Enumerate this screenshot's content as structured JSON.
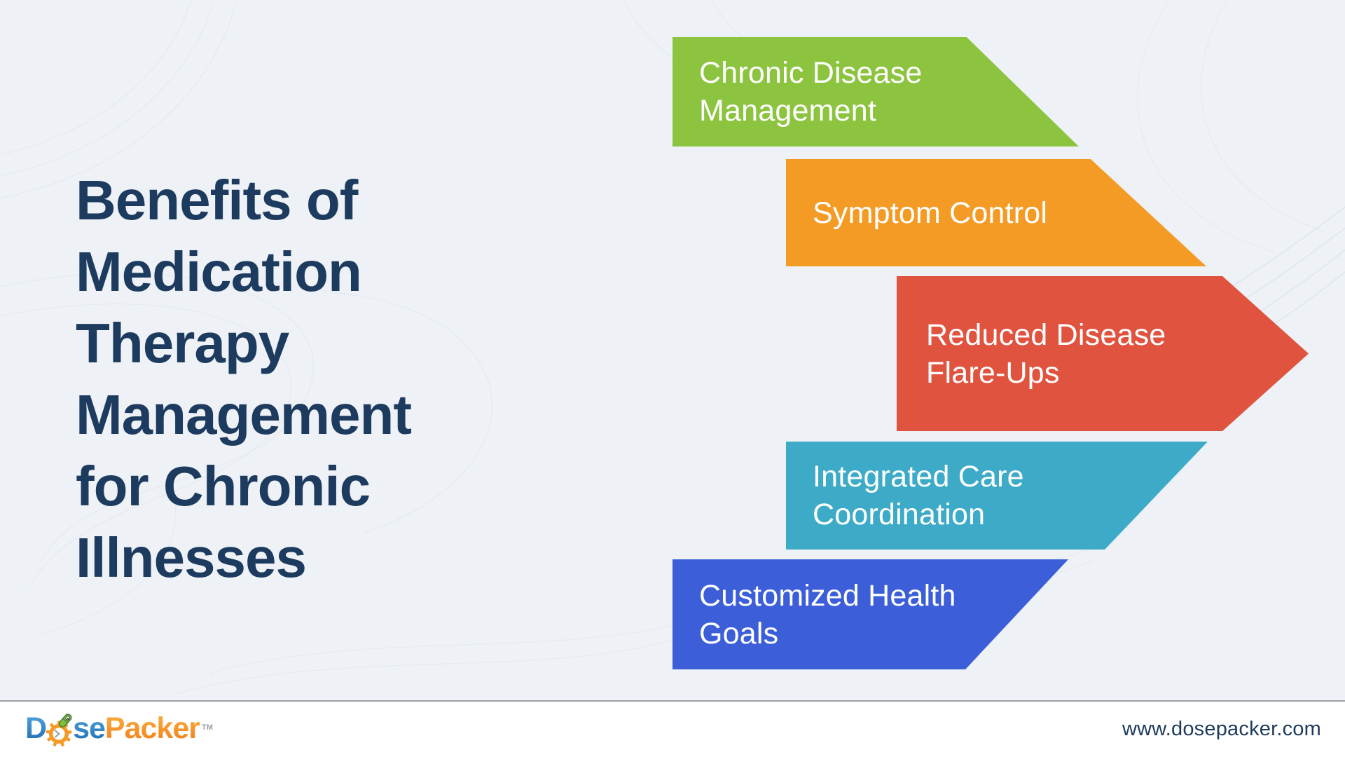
{
  "palette": {
    "background": "#EEF1F6",
    "navy": "#1C3A5E",
    "contour_line": "#DFE4ED",
    "footer_background": "#FFFFFF",
    "footer_divider": "#9BA1A8"
  },
  "title": {
    "lines": [
      "Benefits of",
      "Medication",
      "Therapy",
      "Management",
      "for Chronic",
      "Illnesses"
    ],
    "color": "#1D3B5F"
  },
  "banners": [
    {
      "id": "chronic-disease-management",
      "lines": [
        "Chronic Disease",
        "Management"
      ],
      "color": "#8CC440",
      "text_color": "#FFFFFF"
    },
    {
      "id": "symptom-control",
      "lines": [
        "Symptom Control"
      ],
      "color": "#F49B25",
      "text_color": "#FFFFFF"
    },
    {
      "id": "reduced-disease-flare-ups",
      "lines": [
        "Reduced Disease",
        "Flare-Ups"
      ],
      "color": "#E0533E",
      "text_color": "#FFFFFF"
    },
    {
      "id": "integrated-care-coordination",
      "lines": [
        "Integrated Care",
        "Coordination"
      ],
      "color": "#3DABC7",
      "text_color": "#FFFFFF"
    },
    {
      "id": "customized-health-goals",
      "lines": [
        "Customized Health",
        "Goals"
      ],
      "color": "#3C5FD9",
      "text_color": "#FFFFFF"
    }
  ],
  "footer": {
    "logo": {
      "part_d": "D",
      "part_se": "se",
      "part_packer": "Packer",
      "trademark": "TM",
      "icon": "gear-clock-pill-icon",
      "blue": "#2F86CB",
      "orange": "#F7941E",
      "pill_green": "#7FBF3F"
    },
    "website": "www.dosepacker.com"
  }
}
